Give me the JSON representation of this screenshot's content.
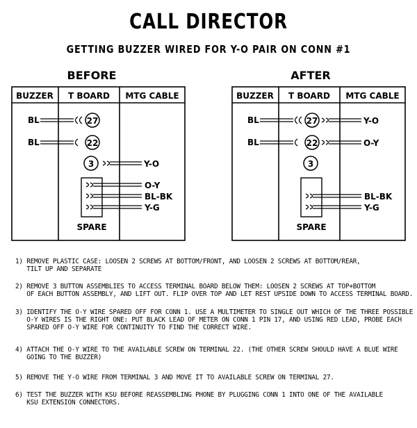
{
  "title": "CALL DIRECTOR",
  "subtitle": "GETTING BUZZER WIRED FOR Y-O PAIR ON CONN #1",
  "panels": {
    "before": {
      "heading": "BEFORE",
      "col_buzzer": "BUZZER",
      "col_tboard": "T BOARD",
      "col_mtg": "MTG CABLE",
      "wire_bl_1": "BL",
      "wire_bl_2": "BL",
      "term_27": "27",
      "term_22": "22",
      "term_3": "3",
      "mtg_yo": "Y-O",
      "spare_oy": "O-Y",
      "spare_blbk": "BL-BK",
      "spare_yg": "Y-G",
      "spare_label": "SPARE"
    },
    "after": {
      "heading": "AFTER",
      "col_buzzer": "BUZZER",
      "col_tboard": "T BOARD",
      "col_mtg": "MTG CABLE",
      "wire_bl_1": "BL",
      "wire_bl_2": "BL",
      "term_27": "27",
      "term_22": "22",
      "term_3": "3",
      "mtg_yo": "Y-O",
      "mtg_oy": "O-Y",
      "spare_blbk": "BL-BK",
      "spare_yg": "Y-G",
      "spare_label": "SPARE"
    }
  },
  "steps": [
    "1) Remove plastic case: loosen 2 screws at bottom/front, and loosen 2 screws at bottom/rear,\n   tilt up and separate",
    "2) Remove 3 button assemblies to access terminal board below them: loosen 2 screws at top+bottom\n   of each button assembly, and lift out. Flip over top and let rest upside down to access terminal board.",
    "3) Identify the O-Y wire spared off for CONN 1. Use a multimeter to single out which of the three possible\n   O-Y wires is the right one: put black lead of meter on CONN 1 pin 17, and using red lead, probe each\n   spared off O-Y wire for continuity to find the correct wire.",
    "4) Attach the O-Y wire to the available screw on terminal 22. (The other screw should have a blue wire\n   going to the buzzer)",
    "5) Remove the Y-O wire from terminal 3 and move it to available screw on terminal 27.",
    "6) Test the buzzer with KSU before reassembling phone by plugging CONN 1 into one of the available\n   KSU extension connectors."
  ]
}
